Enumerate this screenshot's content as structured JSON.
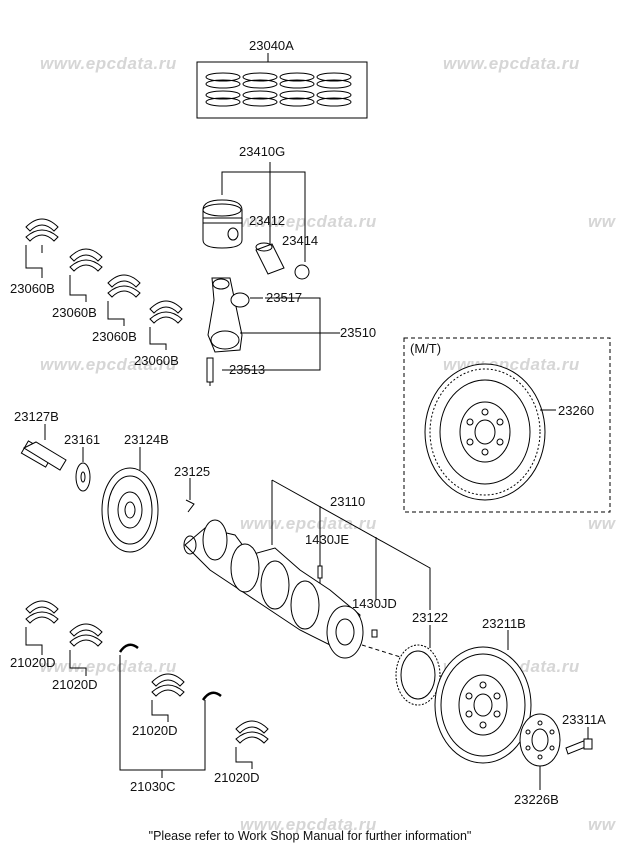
{
  "watermark": "www.epcdata.ru",
  "footer_note": "\"Please refer to Work Shop Manual for further information\"",
  "mt_label": "(M/T)",
  "parts": {
    "p23040A": "23040A",
    "p23410G": "23410G",
    "p23412": "23412",
    "p23414": "23414",
    "p23060B_1": "23060B",
    "p23060B_2": "23060B",
    "p23060B_3": "23060B",
    "p23060B_4": "23060B",
    "p23517": "23517",
    "p23510": "23510",
    "p23513": "23513",
    "p23260": "23260",
    "p23127B": "23127B",
    "p23161": "23161",
    "p23124B": "23124B",
    "p23125": "23125",
    "p23110": "23110",
    "p1430JE": "1430JE",
    "p1430JD": "1430JD",
    "p23122": "23122",
    "p23211B": "23211B",
    "p23311A": "23311A",
    "p23226B": "23226B",
    "p21020D_1": "21020D",
    "p21020D_2": "21020D",
    "p21020D_3": "21020D",
    "p21020D_4": "21020D",
    "p21030C": "21030C"
  }
}
